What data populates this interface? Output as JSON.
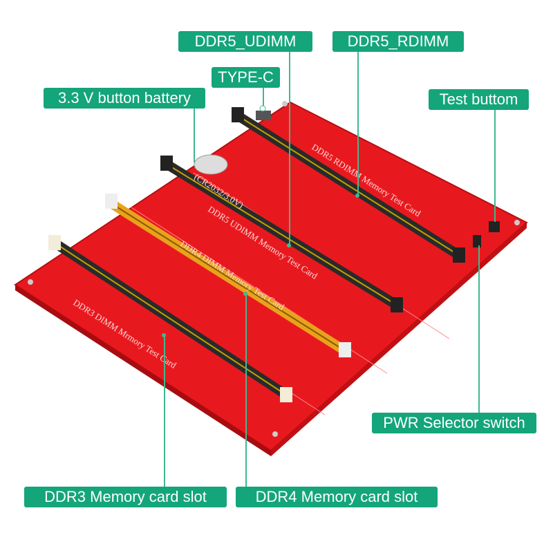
{
  "labels": {
    "ddr5_udimm": "DDR5_UDIMM",
    "ddr5_rdimm": "DDR5_RDIMM",
    "type_c": "TYPE-C",
    "battery": "3.3 V button battery",
    "test_button": "Test buttom",
    "pwr_switch": "PWR Selector switch",
    "ddr3_slot": "DDR3 Memory card slot",
    "ddr4_slot": "DDR4 Memory card slot"
  },
  "board_text": {
    "rdimm": "DDR5   RDIMM   Memory   Test   Card",
    "udimm": "DDR5   UDIMM   Memory   Test   Card",
    "ddr4": "DDR4   DIMM   Memory   Test   Card",
    "ddr3": "DDR3   DIMM   Mrmory   Test   Card",
    "battery": "(CR2032/3.0V)"
  },
  "colors": {
    "label_bg": "#14a57a",
    "board": "#e8191e",
    "slot": "#2a2a2a",
    "ddr4_slot": "#e8a21c"
  }
}
